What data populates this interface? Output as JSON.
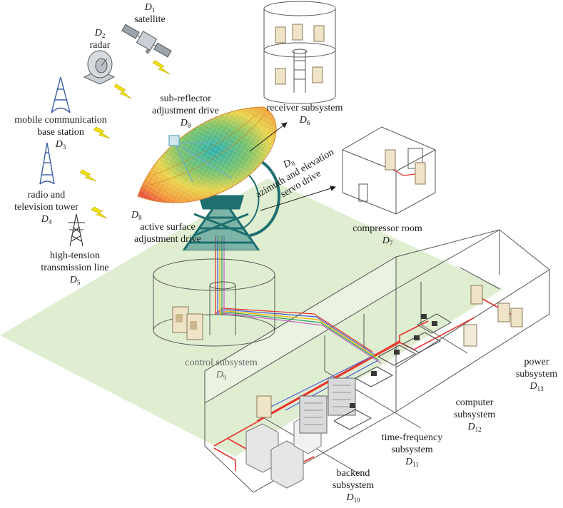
{
  "nodes": {
    "d1": {
      "sym": "D",
      "sub": "1",
      "name": "satellite"
    },
    "d2": {
      "sym": "D",
      "sub": "2",
      "name": "radar"
    },
    "d3": {
      "sym": "D",
      "sub": "3",
      "line1": "mobile communication",
      "line2": "base station"
    },
    "d4": {
      "sym": "D",
      "sub": "4",
      "line1": "radio and",
      "line2": "television tower"
    },
    "d5": {
      "sym": "D",
      "sub": "5",
      "line1": "high-tension",
      "line2": "transmission line"
    },
    "d6": {
      "sym": "D",
      "sub": "6",
      "name": "receiver subsystem"
    },
    "d7": {
      "sym": "D",
      "sub": "7",
      "name": "compressor room"
    },
    "d8a": {
      "sym": "D",
      "sub": "8",
      "line1": "sub-reflector",
      "line2": "adjustment drive"
    },
    "d8b": {
      "sym": "D",
      "sub": "8",
      "line1": "azimuth and elevation",
      "line2": "servo drive"
    },
    "d8c": {
      "sym": "D",
      "sub": "8",
      "line1": "active surface",
      "line2": "adjustment drive"
    },
    "d9": {
      "sym": "D",
      "sub": "9",
      "name": "control subsystem"
    },
    "d10": {
      "sym": "D",
      "sub": "10",
      "line1": "backend",
      "line2": "subsystem"
    },
    "d11": {
      "sym": "D",
      "sub": "11",
      "line1": "time-frequency",
      "line2": "subsystem"
    },
    "d12": {
      "sym": "D",
      "sub": "12",
      "line1": "computer",
      "line2": "subsystem"
    },
    "d13": {
      "sym": "D",
      "sub": "13",
      "line1": "power",
      "line2": "subsystem"
    }
  },
  "colors": {
    "ground": "#d9ebc9",
    "cabinet": "#efe3c8",
    "cabinet_dark": "#cdb88e",
    "tower": "#1f6f70",
    "power_cable": "#e8302a",
    "signal_cable": "#4a5bd6",
    "lightning": "#f2e200",
    "wall": "#555555"
  }
}
